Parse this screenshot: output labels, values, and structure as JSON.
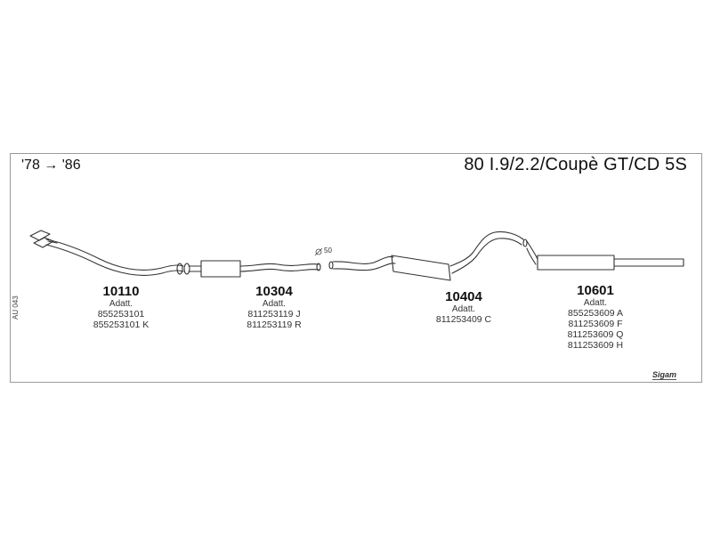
{
  "header": {
    "years": "'78 → '86",
    "model": "80 I.9/2.2/Coupè GT/CD 5S"
  },
  "catalog_code": "AU 043",
  "brand": "Sigam",
  "diameter_label": "50",
  "parts": [
    {
      "number": "10110",
      "label": "Adatt.",
      "codes": [
        "855253101",
        "855253101 K"
      ]
    },
    {
      "number": "10304",
      "label": "Adatt.",
      "codes": [
        "811253119 J",
        "811253119 R"
      ]
    },
    {
      "number": "10404",
      "label": "Adatt.",
      "codes": [
        "811253409 C"
      ]
    },
    {
      "number": "10601",
      "label": "Adatt.",
      "codes": [
        "855253609 A",
        "811253609 F",
        "811253609 Q",
        "811253609 H"
      ]
    }
  ]
}
